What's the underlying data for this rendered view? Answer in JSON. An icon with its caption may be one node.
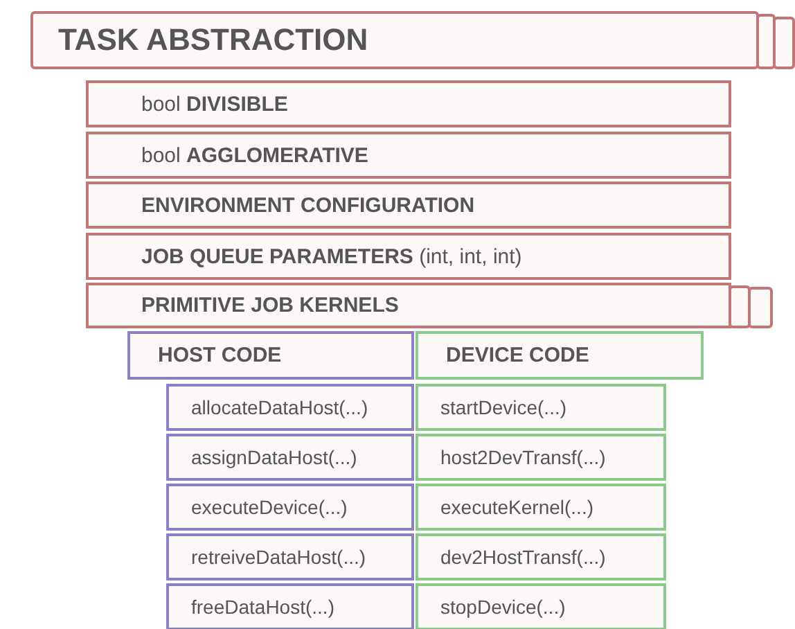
{
  "diagram": {
    "nodes": [
      {
        "text": [
          "TASK ABSTRACTION"
        ]
      },
      {
        "text": [
          "bool **DIVISIBLE**"
        ]
      },
      {
        "text": [
          "bool **AGGLOMERATIVE**"
        ]
      },
      {
        "text": [
          "**ENVIRONMENT CONFIGURATION**"
        ]
      },
      {
        "text": [
          "**JOB QUEUE PARAMETERS** (int, int, int)"
        ]
      },
      {
        "text": [
          "**PRIMITIVE JOB KERNELS**"
        ]
      },
      {
        "text": [
          "**HOST CODE**"
        ]
      },
      {
        "text": [
          "**DEVICE CODE**"
        ]
      },
      {
        "text": [
          "allocateDataHost(...)"
        ]
      },
      {
        "text": [
          "startDevice(...)"
        ]
      },
      {
        "text": [
          "assignDataHost(...)"
        ]
      },
      {
        "text": [
          "host2DevTransf(...)"
        ]
      },
      {
        "text": [
          "executeDevice(...)"
        ]
      },
      {
        "text": [
          "executeKernel(...)"
        ]
      },
      {
        "text": [
          "retreiveDataHost(...)"
        ]
      },
      {
        "text": [
          "dev2HostTransf(...)"
        ]
      },
      {
        "text": [
          "freeDataHost(...)"
        ]
      },
      {
        "text": [
          "stopDevice(...)"
        ]
      }
    ]
  }
}
